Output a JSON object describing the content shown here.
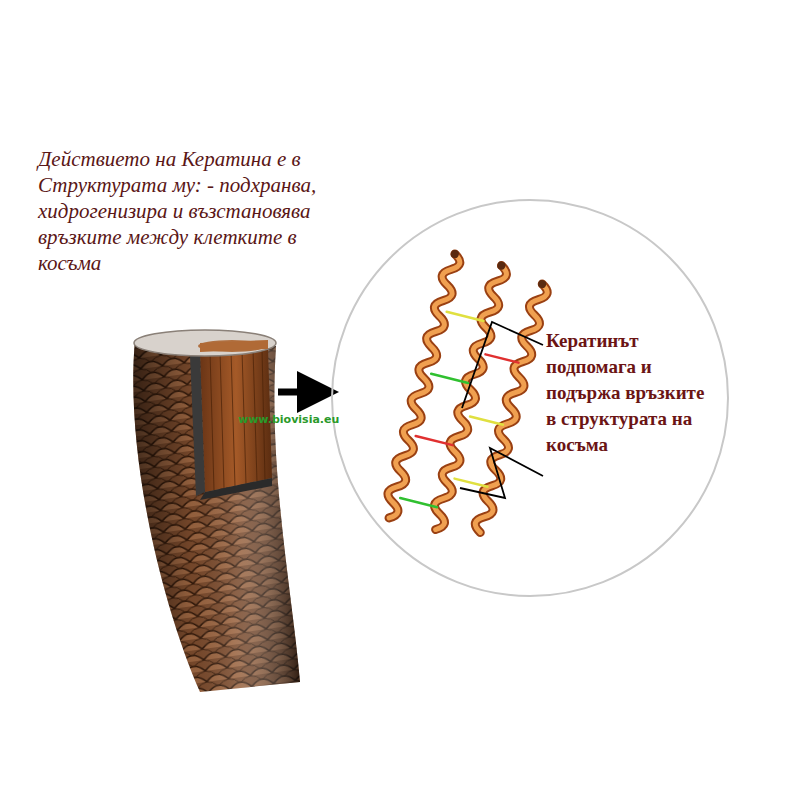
{
  "diagram": {
    "title": "Действието на Кератина е в Структурата му: - подхранва, хидрогенизира и възстановява връзките между клетките в косъма",
    "nodes": [
      {
        "text": [
          "Кератинът подпомага и подържа връзките в структурата на косъма"
        ]
      }
    ],
    "labels": [
      "www.biovisia.eu"
    ]
  }
}
